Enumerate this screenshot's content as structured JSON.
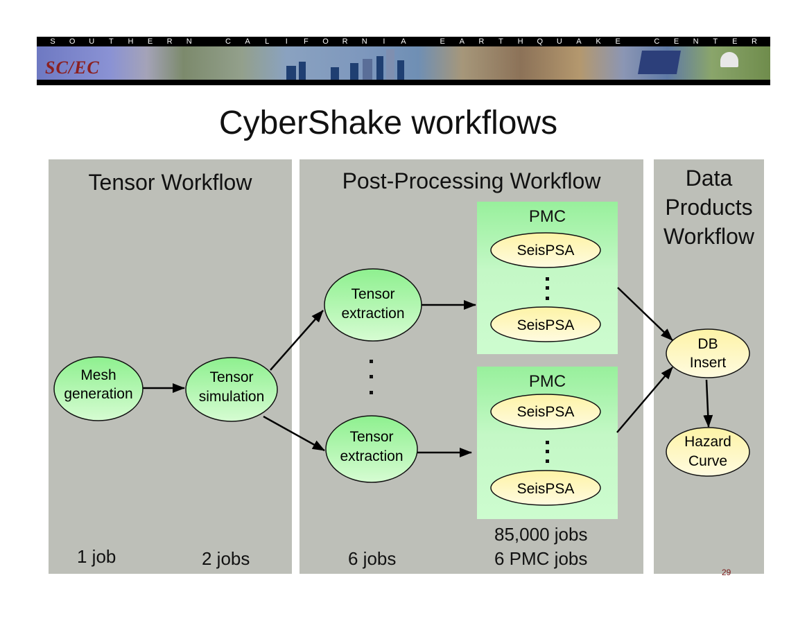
{
  "banner": {
    "organization_letters": [
      "S",
      "O",
      "U",
      "T",
      "H",
      "E",
      "R",
      "N",
      " ",
      "C",
      "A",
      "L",
      "I",
      "F",
      "O",
      "R",
      "N",
      "I",
      "A",
      " ",
      "E",
      "A",
      "R",
      "T",
      "H",
      "Q",
      "U",
      "A",
      "K",
      "E",
      " ",
      "C",
      "E",
      "N",
      "T",
      "E",
      "R"
    ],
    "organization_name": "SOUTHERN CALIFORNIA EARTHQUAKE CENTER",
    "logo_text": "SC/EC"
  },
  "slide": {
    "title": "CyberShake workflows",
    "page_number": "29"
  },
  "panels": {
    "tensor": {
      "title": "Tensor Workflow",
      "nodes": {
        "mesh": [
          "Mesh",
          "generation"
        ],
        "simulation": [
          "Tensor",
          "simulation"
        ]
      },
      "jobs": [
        "1 job",
        "2 jobs"
      ]
    },
    "post": {
      "title": "Post-Processing Workflow",
      "nodes": {
        "extraction_top": [
          "Tensor",
          "extraction"
        ],
        "extraction_bottom": [
          "Tensor",
          "extraction"
        ]
      },
      "pmc_label": "PMC",
      "seispsa_label": "SeisPSA",
      "jobs": "6 jobs",
      "pmc_jobs": [
        "85,000 jobs",
        "6 PMC jobs"
      ]
    },
    "data_products": {
      "title_lines": [
        "Data",
        "Products",
        "Workflow"
      ],
      "nodes": {
        "db_insert": [
          "DB",
          "Insert"
        ],
        "hazard_curve": [
          "Hazard",
          "Curve"
        ]
      }
    }
  },
  "colors": {
    "panel_bg": "#bdbfb8",
    "green_node_top": "#8ef08f",
    "green_node_bottom": "#d6fcd2",
    "yellow_node_top": "#fdf3a6",
    "yellow_node_bottom": "#fffbe0",
    "page_number": "#7a1a1a"
  }
}
